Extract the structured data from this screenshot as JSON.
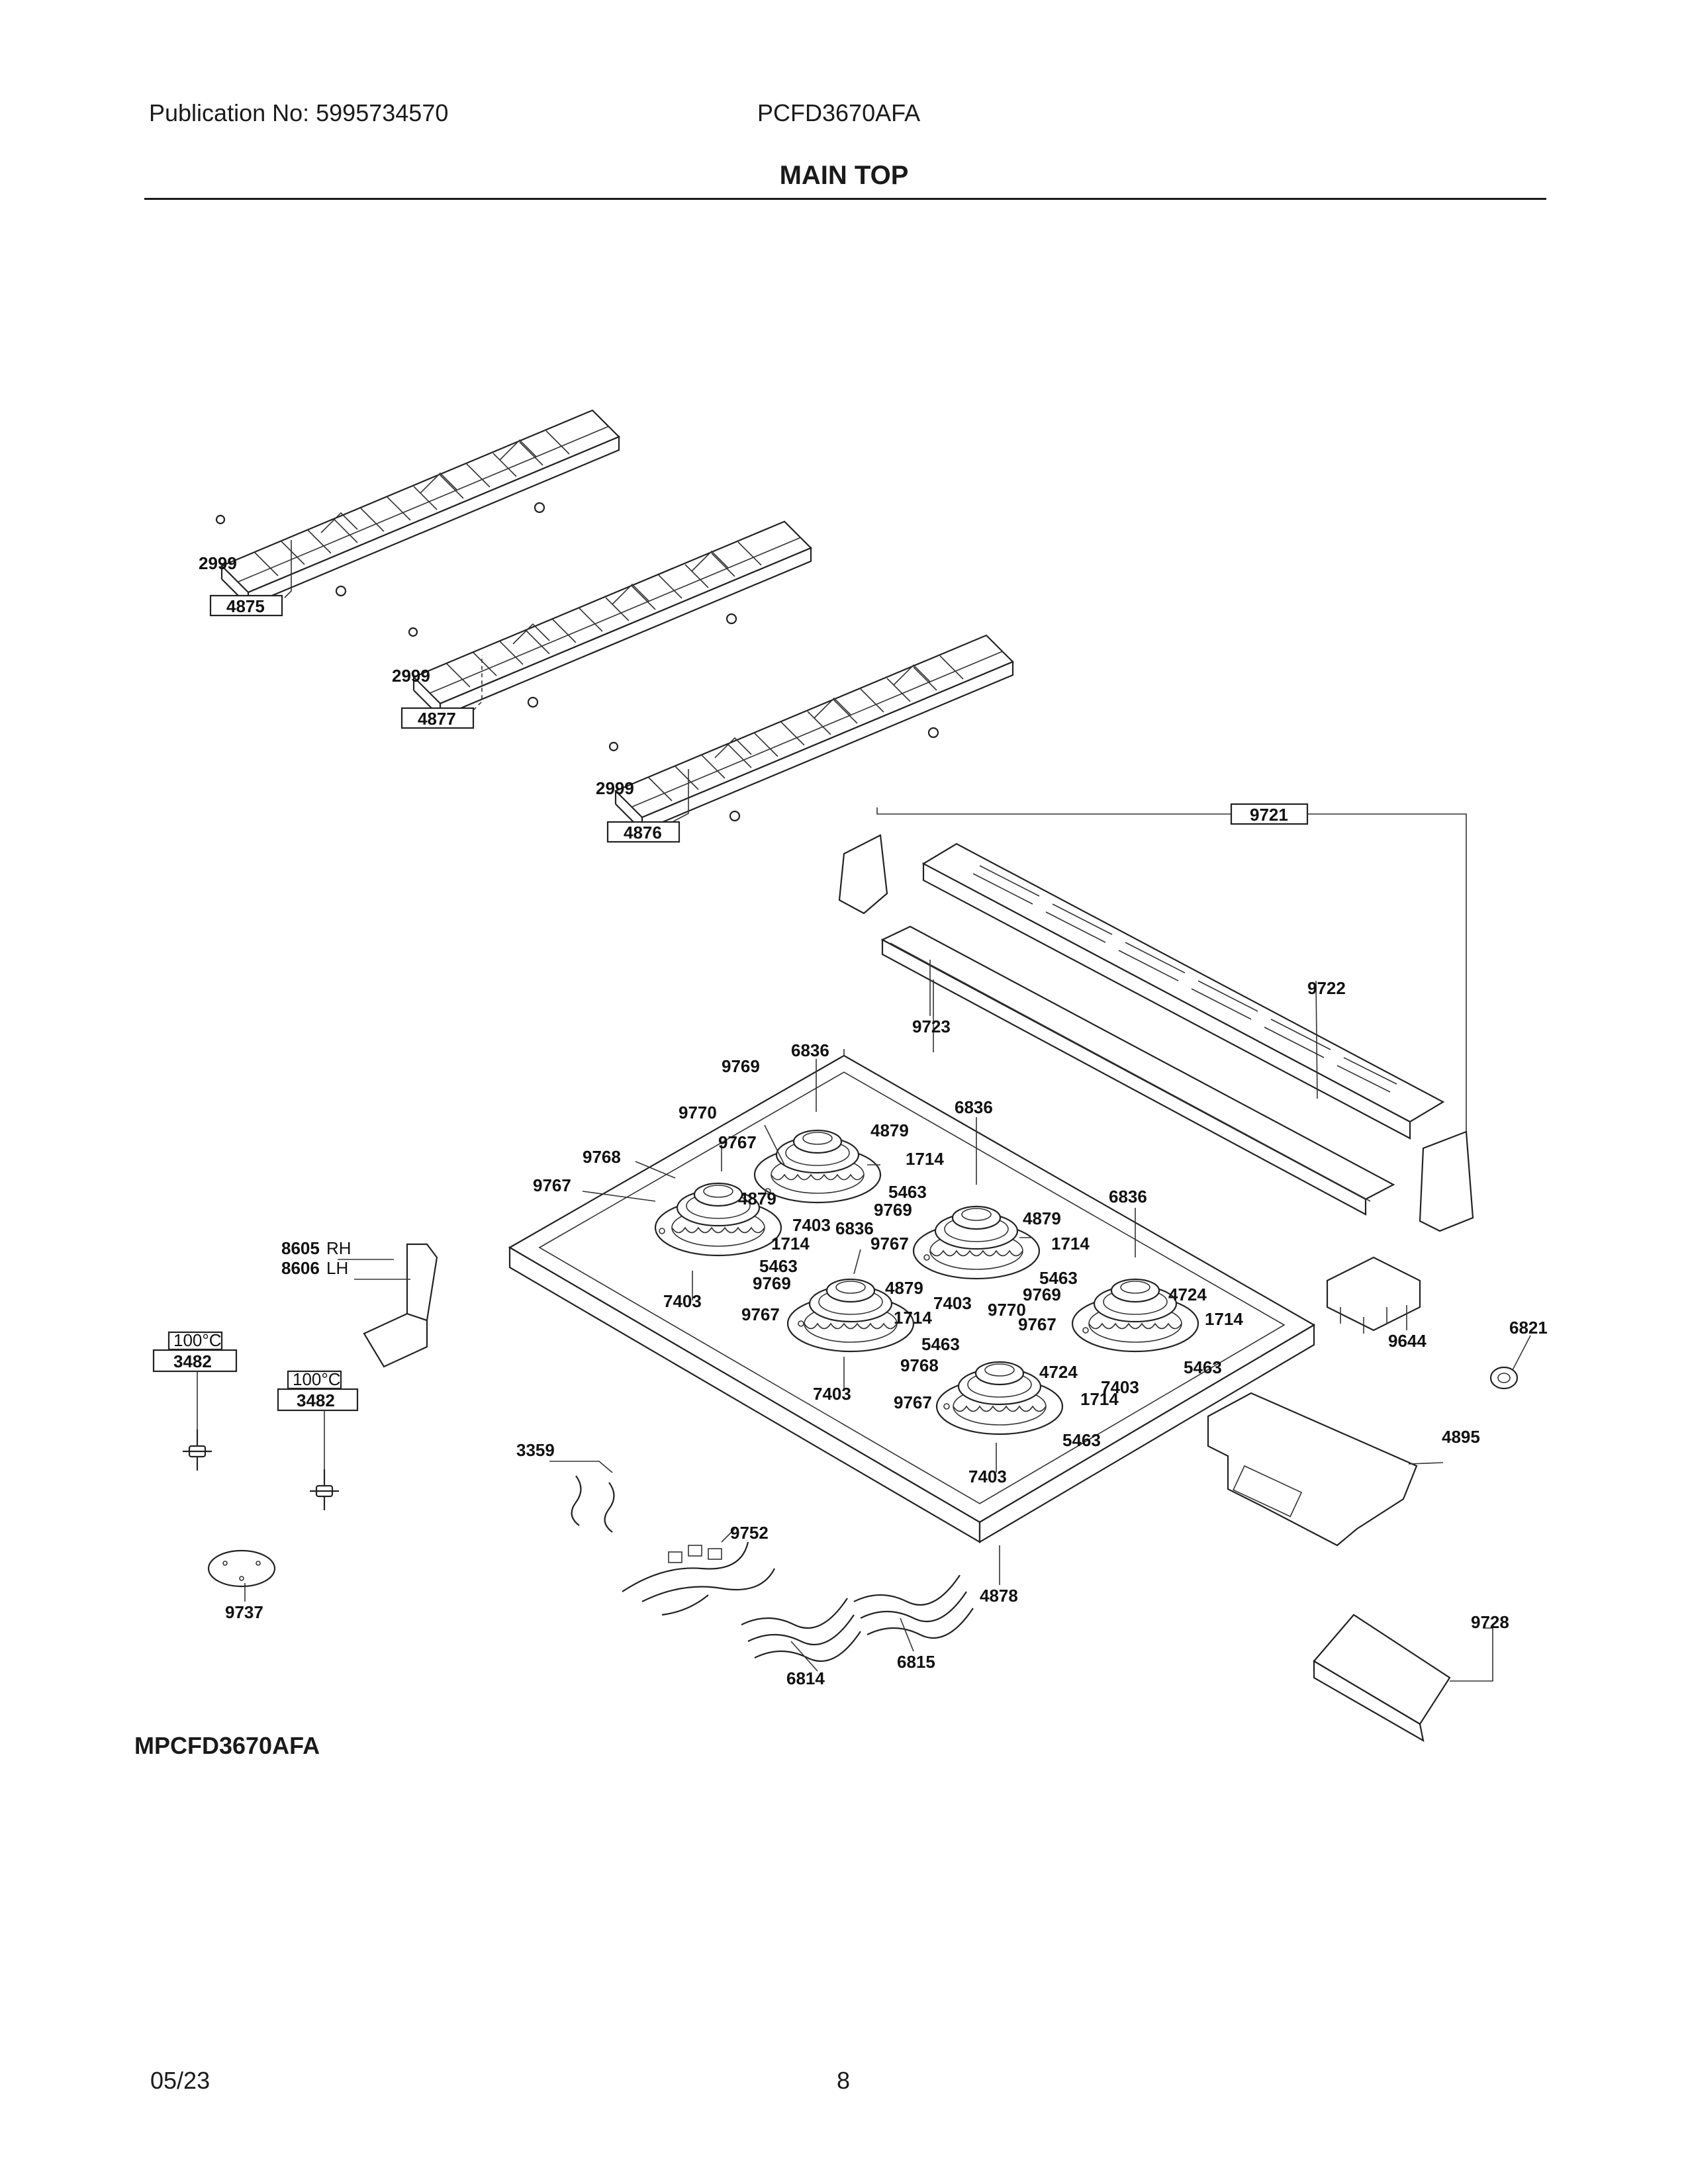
{
  "header": {
    "publication": "Publication No: 5995734570",
    "model": "PCFD3670AFA",
    "section_title": "MAIN TOP"
  },
  "diagram_model": "MPCFD3670AFA",
  "footer": {
    "date": "05/23",
    "page": "8"
  },
  "temp_rating": "100°C",
  "callouts": {
    "grate_bumper": "2999",
    "grate_left": "4875",
    "grate_center": "4877",
    "grate_right": "4876",
    "backguard_assembly": "9721",
    "vent_cover": "9722",
    "vent_trim": "9723",
    "burner_cap": "6836",
    "burner_head": "9769",
    "burner_base": "9770",
    "burner_ring": "9768",
    "burner_spreader": "9767",
    "electrode": "4879",
    "burner_screw": "1714",
    "burner_gasket": "5463",
    "spark_igniter": "7403",
    "ignitor_clip": "4724",
    "bracket_rh": "8605",
    "bracket_lh": "8606",
    "rh_suffix": "RH",
    "lh_suffix": "LH",
    "thermostat": "3482",
    "wire_clip": "3359",
    "harness": "9752",
    "insulation_disc": "9737",
    "maintop": "4878",
    "wire_assembly_a": "6814",
    "wire_assembly_b": "6815",
    "switch_block": "9644",
    "knob_bushing": "6821",
    "support_bracket": "4895",
    "rear_bracket": "9728"
  }
}
